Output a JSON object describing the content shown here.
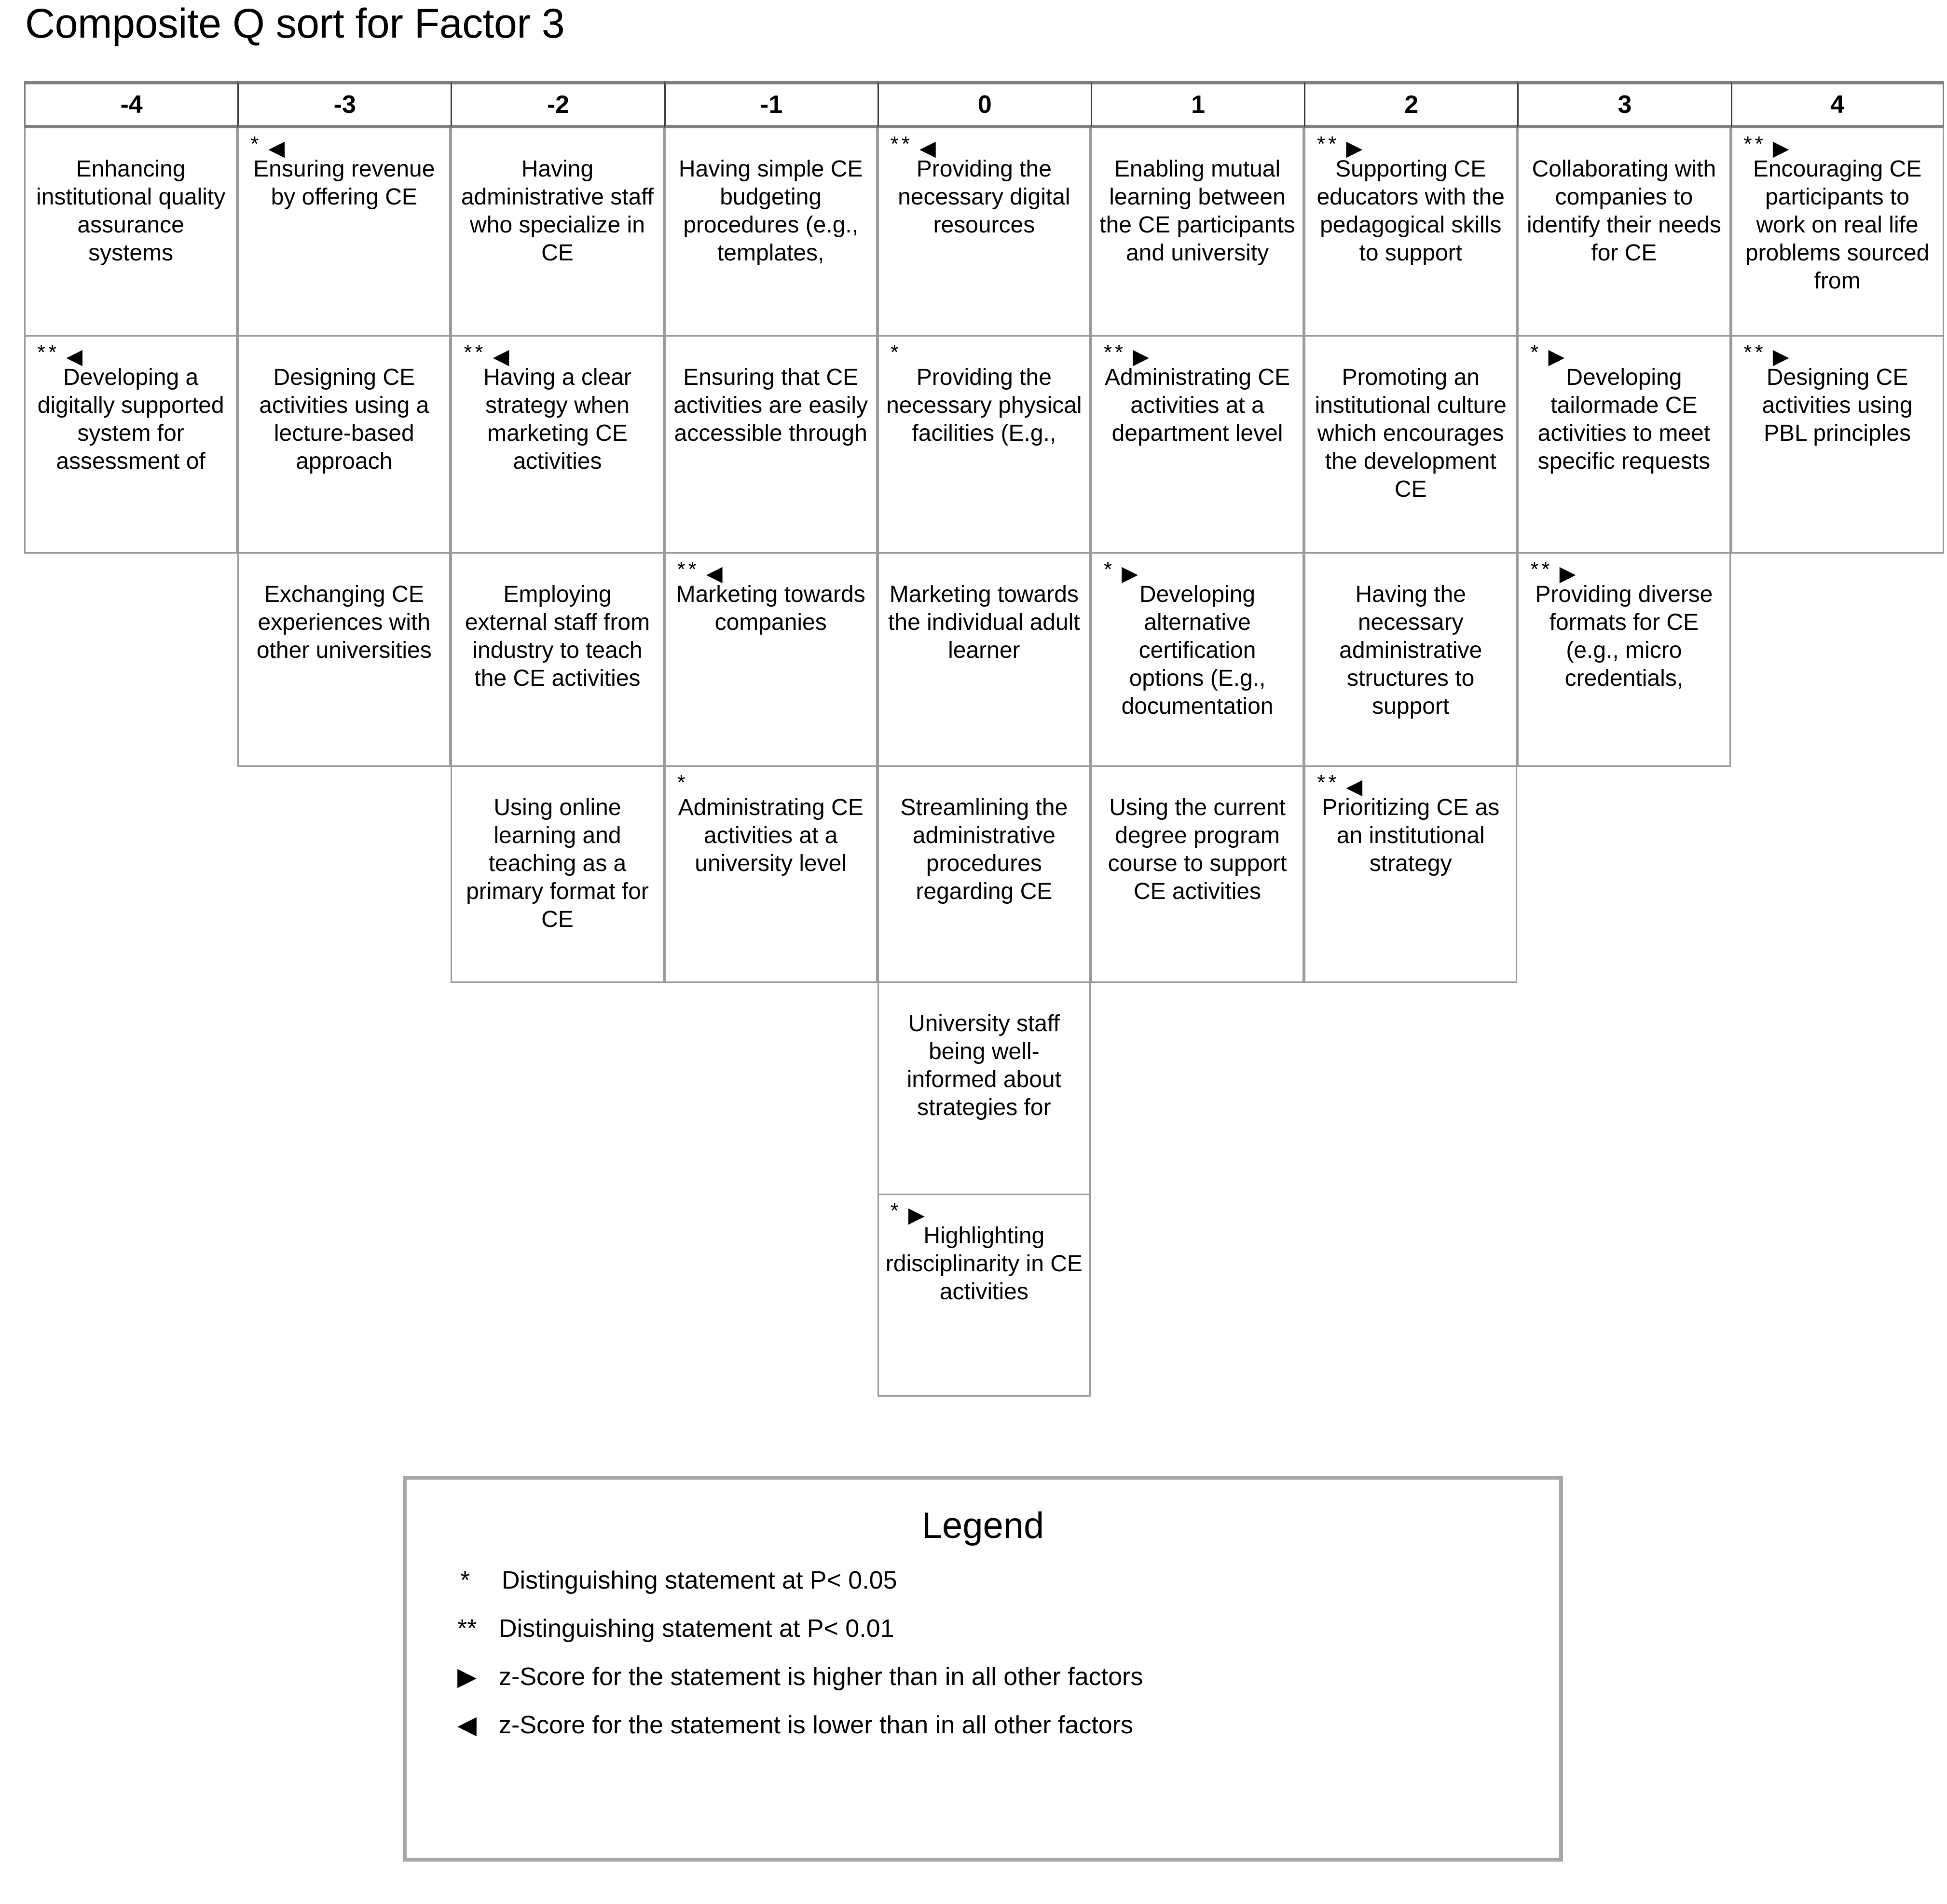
{
  "title": "Composite Q sort for Factor 3",
  "table": {
    "columns": [
      "-4",
      "-3",
      "-2",
      "-1",
      "0",
      "1",
      "2",
      "3",
      "4"
    ],
    "rows": [
      [
        {
          "marks": "",
          "arrow": "",
          "text": "Enhancing institutional quality assurance systems"
        },
        {
          "marks": "*",
          "arrow": "◀",
          "text": "Ensuring revenue by offering CE"
        },
        {
          "marks": "",
          "arrow": "",
          "text": "Having administrative staff who specialize in CE"
        },
        {
          "marks": "",
          "arrow": "",
          "text": "Having simple CE budgeting procedures (e.g., templates,"
        },
        {
          "marks": "**",
          "arrow": "◀",
          "text": "Providing the necessary digital resources"
        },
        {
          "marks": "",
          "arrow": "",
          "text": "Enabling mutual learning between the CE participants and university"
        },
        {
          "marks": "**",
          "arrow": "▶",
          "text": "Supporting CE educators with the pedagogical skills to support"
        },
        {
          "marks": "",
          "arrow": "",
          "text": "Collaborating with companies to identify their needs for CE"
        },
        {
          "marks": "**",
          "arrow": "▶",
          "text": "Encouraging CE participants to work on real life problems sourced from"
        }
      ],
      [
        {
          "marks": "**",
          "arrow": "◀",
          "text": "Developing a digitally supported system for assessment of"
        },
        {
          "marks": "",
          "arrow": "",
          "text": "Designing CE activities using a lecture-based approach"
        },
        {
          "marks": "**",
          "arrow": "◀",
          "text": "Having a clear strategy when marketing CE activities"
        },
        {
          "marks": "",
          "arrow": "",
          "text": "Ensuring that CE activities are easily accessible through"
        },
        {
          "marks": "*",
          "arrow": "",
          "text": "Providing the necessary physical facilities (E.g.,"
        },
        {
          "marks": "**",
          "arrow": "▶",
          "text": "Administrating CE activities at a department level"
        },
        {
          "marks": "",
          "arrow": "",
          "text": "Promoting an institutional culture which encourages the development CE"
        },
        {
          "marks": "*",
          "arrow": "▶",
          "text": "Developing tailormade CE activities to meet specific requests"
        },
        {
          "marks": "**",
          "arrow": "▶",
          "text": "Designing CE activities using PBL principles"
        }
      ],
      [
        {
          "empty": true
        },
        {
          "marks": "",
          "arrow": "",
          "text": "Exchanging CE experiences with other universities"
        },
        {
          "marks": "",
          "arrow": "",
          "text": "Employing external staff from industry to teach the CE activities"
        },
        {
          "marks": "**",
          "arrow": "◀",
          "text": "Marketing towards companies"
        },
        {
          "marks": "",
          "arrow": "",
          "text": "Marketing towards the individual adult learner"
        },
        {
          "marks": "*",
          "arrow": "▶",
          "text": "Developing alternative certification options (E.g., documentation"
        },
        {
          "marks": "",
          "arrow": "",
          "text": "Having the necessary administrative structures to support"
        },
        {
          "marks": "**",
          "arrow": "▶",
          "text": "Providing diverse formats for CE (e.g., micro credentials,"
        },
        {
          "empty": true
        }
      ],
      [
        {
          "empty": true
        },
        {
          "empty": true
        },
        {
          "marks": "",
          "arrow": "",
          "text": "Using online learning and teaching as a primary format for CE"
        },
        {
          "marks": "*",
          "arrow": "",
          "text": "Administrating CE activities at a university level"
        },
        {
          "marks": "",
          "arrow": "",
          "text": "Streamlining the administrative procedures regarding CE"
        },
        {
          "marks": "",
          "arrow": "",
          "text": "Using the current degree program course to support CE activities"
        },
        {
          "marks": "**",
          "arrow": "◀",
          "text": "Prioritizing CE as an institutional strategy"
        },
        {
          "empty": true
        },
        {
          "empty": true
        }
      ],
      [
        {
          "empty": true
        },
        {
          "empty": true
        },
        {
          "empty": true
        },
        {
          "empty": true
        },
        {
          "marks": "",
          "arrow": "",
          "text": "University staff being well-informed about strategies for"
        },
        {
          "empty": true
        },
        {
          "empty": true
        },
        {
          "empty": true
        },
        {
          "empty": true
        }
      ],
      [
        {
          "empty": true
        },
        {
          "empty": true
        },
        {
          "empty": true
        },
        {
          "empty": true
        },
        {
          "marks": "*",
          "arrow": "▶",
          "text": "Highlighting rdisciplinarity in CE activities"
        },
        {
          "empty": true
        },
        {
          "empty": true
        },
        {
          "empty": true
        },
        {
          "empty": true
        }
      ]
    ]
  },
  "legend": {
    "title": "Legend",
    "entries": [
      {
        "symbol": "*",
        "text": "Distinguishing statement at P< 0.05"
      },
      {
        "symbol": "**",
        "text": "Distinguishing statement at P< 0.01"
      },
      {
        "symbol": "▶",
        "text": "z-Score for the statement is higher than in all other factors"
      },
      {
        "symbol": "◀",
        "text": "z-Score for the statement is lower than in all other factors"
      }
    ]
  }
}
